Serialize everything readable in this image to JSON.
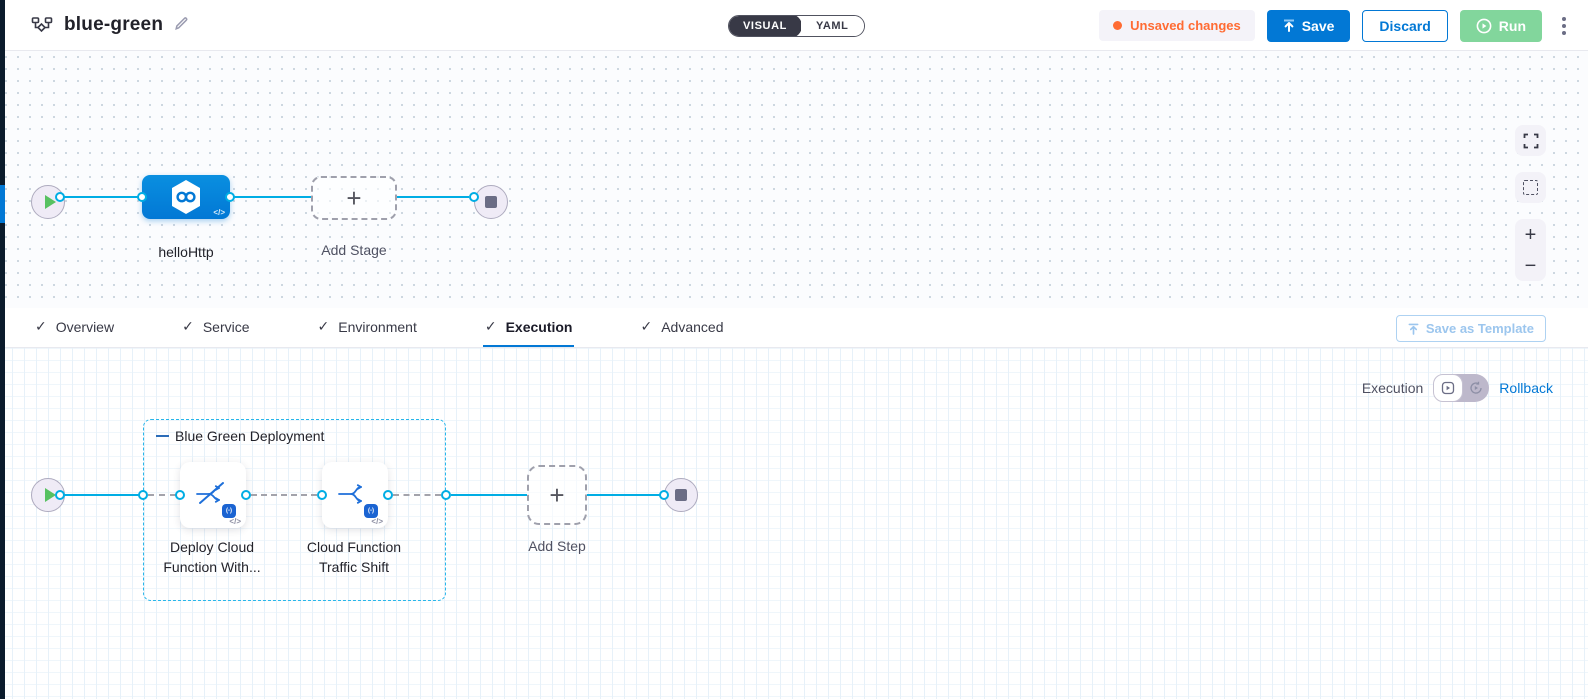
{
  "header": {
    "title": "blue-green",
    "view_toggle": {
      "visual": "VISUAL",
      "yaml": "YAML"
    },
    "unsaved_changes": "Unsaved changes",
    "save": "Save",
    "discard": "Discard",
    "run": "Run"
  },
  "top_canvas": {
    "stage_name": "helloHttp",
    "add_stage": "Add Stage"
  },
  "tabs": {
    "items": [
      {
        "label": "Overview"
      },
      {
        "label": "Service"
      },
      {
        "label": "Environment"
      },
      {
        "label": "Execution"
      },
      {
        "label": "Advanced"
      }
    ],
    "active_tab": "Execution",
    "save_as_template": "Save as Template"
  },
  "execution_canvas": {
    "mode_label": "Execution",
    "rollback_link": "Rollback",
    "group_title": "Blue Green Deployment",
    "steps": [
      {
        "name_line1": "Deploy Cloud",
        "name_line2": "Function With..."
      },
      {
        "name_line1": "Cloud Function",
        "name_line2": "Traffic Shift"
      }
    ],
    "add_step": "Add Step"
  },
  "glyphs": {
    "plus": "+",
    "check": "✓",
    "code": "</>",
    "badge": "(-)"
  },
  "colors": {
    "primary_blue": "#0278d5",
    "connector_cyan": "#00ade4",
    "unsaved_orange": "#ff6b33",
    "run_green": "#82d69c",
    "dark_navy": "#22222a"
  }
}
